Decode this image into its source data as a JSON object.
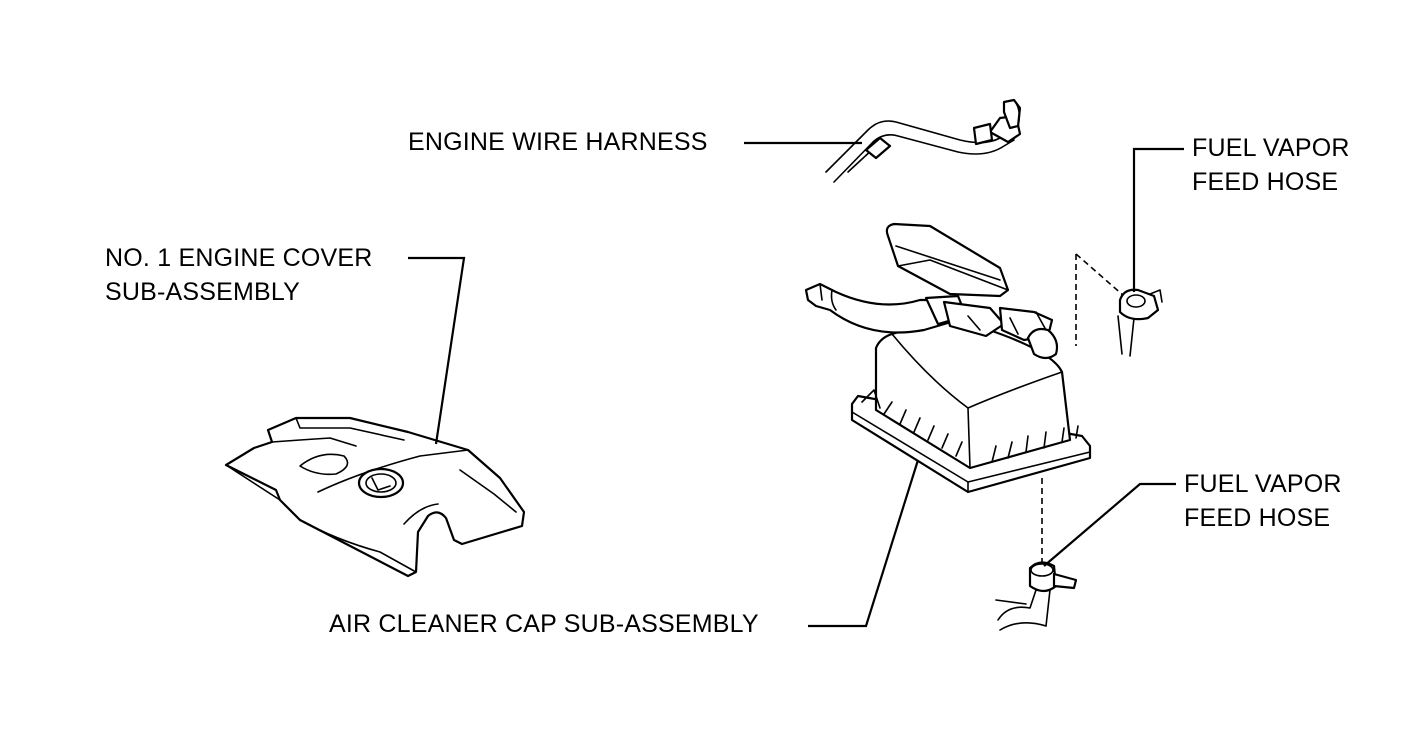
{
  "labels": {
    "engine_wire_harness": "ENGINE WIRE HARNESS",
    "engine_cover": [
      "NO. 1 ENGINE COVER",
      "SUB-ASSEMBLY"
    ],
    "fuel_vapor_top": [
      "FUEL VAPOR",
      "FEED HOSE"
    ],
    "fuel_vapor_bottom": [
      "FUEL VAPOR",
      "FEED HOSE"
    ],
    "air_cleaner_cap": "AIR CLEANER CAP SUB-ASSEMBLY"
  },
  "colors": {
    "line": "#000000",
    "background": "#ffffff"
  }
}
